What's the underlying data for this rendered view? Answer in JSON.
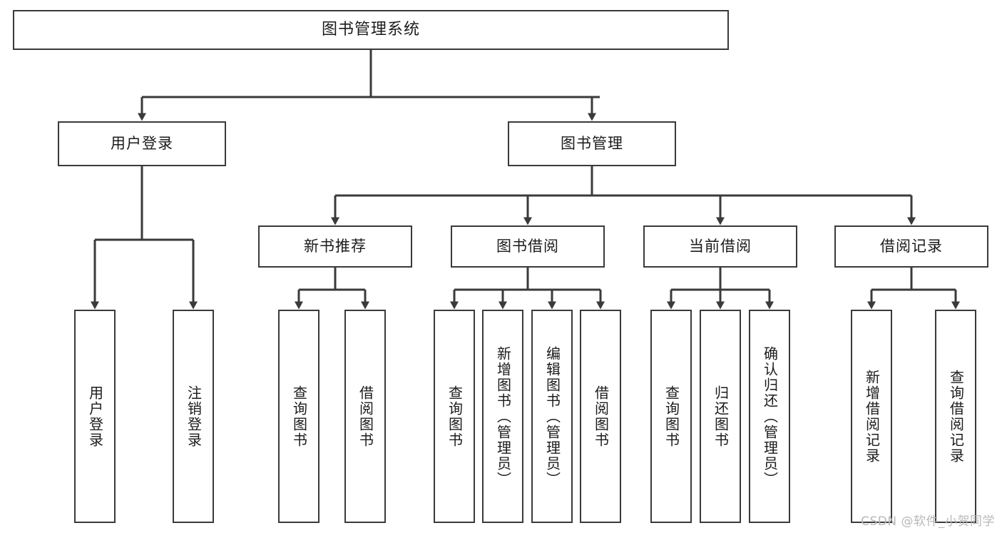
{
  "diagram": {
    "type": "tree",
    "title": "图书管理系统",
    "root": {
      "label": "图书管理系统"
    },
    "level2": [
      {
        "label": "用户登录"
      },
      {
        "label": "图书管理"
      }
    ],
    "level3": [
      {
        "label": "新书推荐"
      },
      {
        "label": "图书借阅"
      },
      {
        "label": "当前借阅"
      },
      {
        "label": "借阅记录"
      }
    ],
    "leaves": {
      "user_login": [
        {
          "label": "用户登录"
        },
        {
          "label": "注销登录"
        }
      ],
      "new_book_recommend": [
        {
          "label": "查询图书"
        },
        {
          "label": "借阅图书"
        }
      ],
      "book_borrow": [
        {
          "label": "查询图书"
        },
        {
          "label": "新增图书（管理员）"
        },
        {
          "label": "编辑图书（管理员）"
        },
        {
          "label": "借阅图书"
        }
      ],
      "current_borrow": [
        {
          "label": "查询图书"
        },
        {
          "label": "归还图书"
        },
        {
          "label": "确认归还（管理员）"
        }
      ],
      "borrow_records": [
        {
          "label": "新增借阅记录"
        },
        {
          "label": "查询借阅记录"
        }
      ]
    }
  },
  "colors": {
    "stroke": "#3a3a3a",
    "text": "#1b1b1b",
    "background": "#ffffff",
    "watermark": "#b8b8b8"
  },
  "watermark": {
    "text": "CSDN @软件_小贺同学"
  }
}
